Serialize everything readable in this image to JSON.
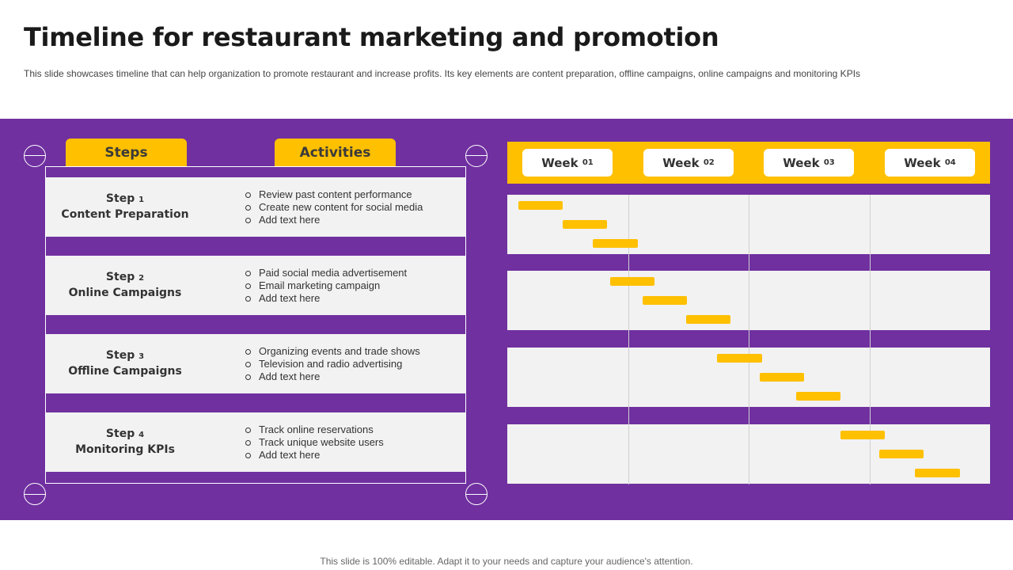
{
  "title": "Timeline for restaurant marketing and promotion",
  "subtitle": "This slide showcases timeline that can help organization to promote restaurant and increase profits. Its key elements are content preparation, offline campaigns, online campaigns and monitoring KPIs",
  "headers": {
    "steps": "Steps",
    "activities": "Activities"
  },
  "steps": [
    {
      "step_label": "Step",
      "step_number": "1",
      "name": "Content Preparation",
      "activities": [
        "Review  past content performance",
        "Create new content for social media",
        "Add text here"
      ]
    },
    {
      "step_label": "Step",
      "step_number": "2",
      "name": "Online Campaigns",
      "activities": [
        "Paid social media advertisement",
        "Email marketing campaign",
        "Add text here"
      ]
    },
    {
      "step_label": "Step",
      "step_number": "3",
      "name": "Offline Campaigns",
      "activities": [
        "Organizing events and trade shows",
        "Television  and radio advertising",
        "Add text here"
      ]
    },
    {
      "step_label": "Step",
      "step_number": "4",
      "name": "Monitoring KPIs",
      "activities": [
        "Track online reservations",
        "Track unique website users",
        "Add text here"
      ]
    }
  ],
  "weeks": [
    {
      "label": "Week",
      "number": "01"
    },
    {
      "label": "Week",
      "number": "02"
    },
    {
      "label": "Week",
      "number": "03"
    },
    {
      "label": "Week",
      "number": "04"
    }
  ],
  "chart_data": {
    "type": "gantt",
    "x_unit": "weeks",
    "x_range": [
      0,
      4
    ],
    "categories": [
      "Week 01",
      "Week 02",
      "Week 03",
      "Week 04"
    ],
    "tasks": [
      {
        "step": 1,
        "start": 0.09,
        "end": 0.46
      },
      {
        "step": 1,
        "start": 0.46,
        "end": 0.83
      },
      {
        "step": 1,
        "start": 0.71,
        "end": 1.08
      },
      {
        "step": 2,
        "start": 0.85,
        "end": 1.22
      },
      {
        "step": 2,
        "start": 1.12,
        "end": 1.49
      },
      {
        "step": 2,
        "start": 1.48,
        "end": 1.85
      },
      {
        "step": 3,
        "start": 1.74,
        "end": 2.11
      },
      {
        "step": 3,
        "start": 2.09,
        "end": 2.46
      },
      {
        "step": 3,
        "start": 2.39,
        "end": 2.76
      },
      {
        "step": 4,
        "start": 2.76,
        "end": 3.13
      },
      {
        "step": 4,
        "start": 3.08,
        "end": 3.45
      },
      {
        "step": 4,
        "start": 3.38,
        "end": 3.75
      }
    ]
  },
  "colors": {
    "purple": "#7030a0",
    "accent": "#ffc000",
    "row": "#f2f2f2"
  },
  "footer": "This slide is 100% editable. Adapt it to your needs and capture your audience's attention."
}
